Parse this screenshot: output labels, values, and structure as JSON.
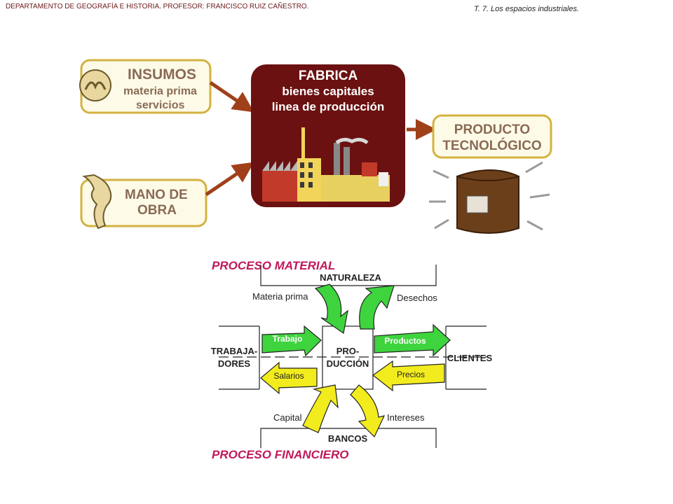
{
  "header": {
    "left": "DEPARTAMENTO DE GEOGRAFÍA E HISTORIA. PROFESOR: FRANCISCO RUIZ CAÑESTRO.",
    "right": "T. 7. Los espacios industriales."
  },
  "top_diagram": {
    "insumos": {
      "title": "INSUMOS",
      "line1": "materia prima",
      "line2": "servicios"
    },
    "mano_obra": {
      "line1": "MANO DE",
      "line2": "OBRA"
    },
    "fabrica": {
      "line1": "FABRICA",
      "line2": "bienes capitales",
      "line3": "linea de producción"
    },
    "producto": {
      "line1": "PRODUCTO",
      "line2": "TECNOLÓGICO"
    }
  },
  "bottom_diagram": {
    "proceso_material": "PROCESO MATERIAL",
    "proceso_financiero": "PROCESO FINANCIERO",
    "naturaleza": "NATURALEZA",
    "bancos": "BANCOS",
    "trabajadores": {
      "line1": "TRABAJA-",
      "line2": "DORES"
    },
    "produccion": {
      "line1": "PRO-",
      "line2": "DUCCIÓN"
    },
    "clientes": "CLIENTES",
    "materia_prima": "Materia prima",
    "desechos": "Desechos",
    "trabajo": "Trabajo",
    "salarios": "Salarios",
    "productos": "Productos",
    "precios": "Precios",
    "capital": "Capital",
    "intereses": "Intereses"
  },
  "colors": {
    "box_border": "#d4b240",
    "box_fill": "#fdfbe8",
    "box_text": "#8a6a55",
    "factory_bg": "#6b1111",
    "arrow_brown": "#a0401a",
    "green_arrow": "#3ed43e",
    "yellow_arrow": "#f2ec1e",
    "proceso_text": "#c0175a"
  }
}
